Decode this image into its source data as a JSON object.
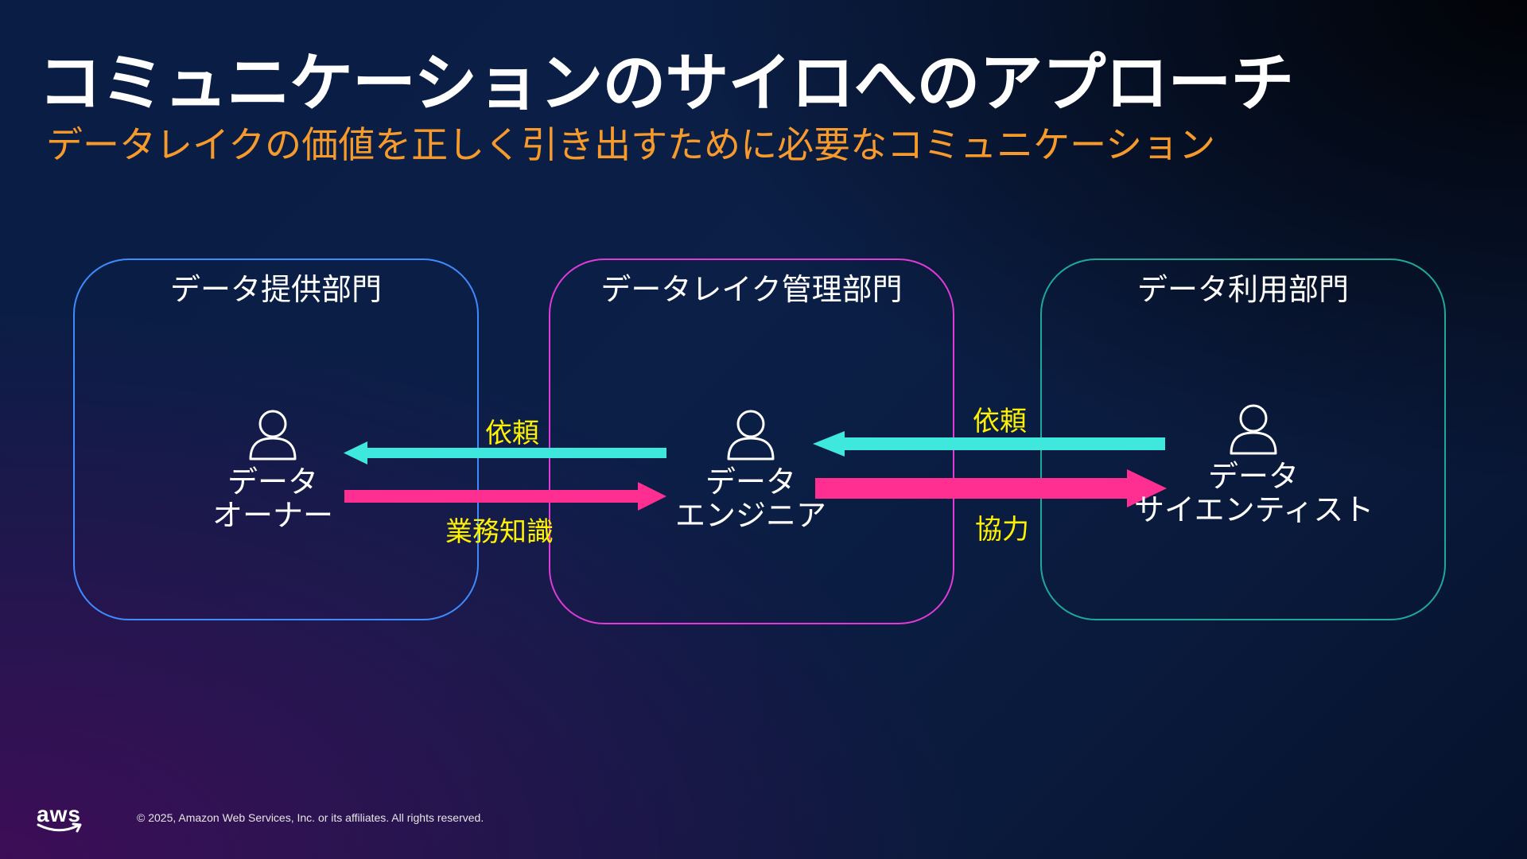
{
  "slide": {
    "title": "コミュニケーションのサイロへのアプローチ",
    "subtitle": "データレイクの価値を正しく引き出すために必要なコミュニケーション"
  },
  "colors": {
    "accent_orange": "#f79a2c",
    "label_yellow": "#fff200",
    "cyan_arrow": "#3fe8dc",
    "pink_arrow": "#ff2f92",
    "provider_border": "#3d8bff",
    "management_border": "#e03ad7",
    "user_border": "#1fa898"
  },
  "departments": {
    "provider": {
      "label": "データ提供部門"
    },
    "management": {
      "label": "データレイク管理部門"
    },
    "user": {
      "label": "データ利用部門"
    }
  },
  "people": {
    "owner": {
      "line1": "データ",
      "line2": "オーナー",
      "icon": "person-icon"
    },
    "engineer": {
      "line1": "データ",
      "line2": "エンジニア",
      "icon": "person-icon"
    },
    "scientist": {
      "line1": "データ",
      "line2": "サイエンティスト",
      "icon": "person-icon"
    }
  },
  "flows": {
    "request_left": "依頼",
    "business_knowledge": "業務知識",
    "request_right": "依頼",
    "cooperation": "協力"
  },
  "footer": {
    "logo_text": "aws",
    "copyright": "© 2025, Amazon Web Services, Inc. or its affiliates. All rights reserved."
  }
}
